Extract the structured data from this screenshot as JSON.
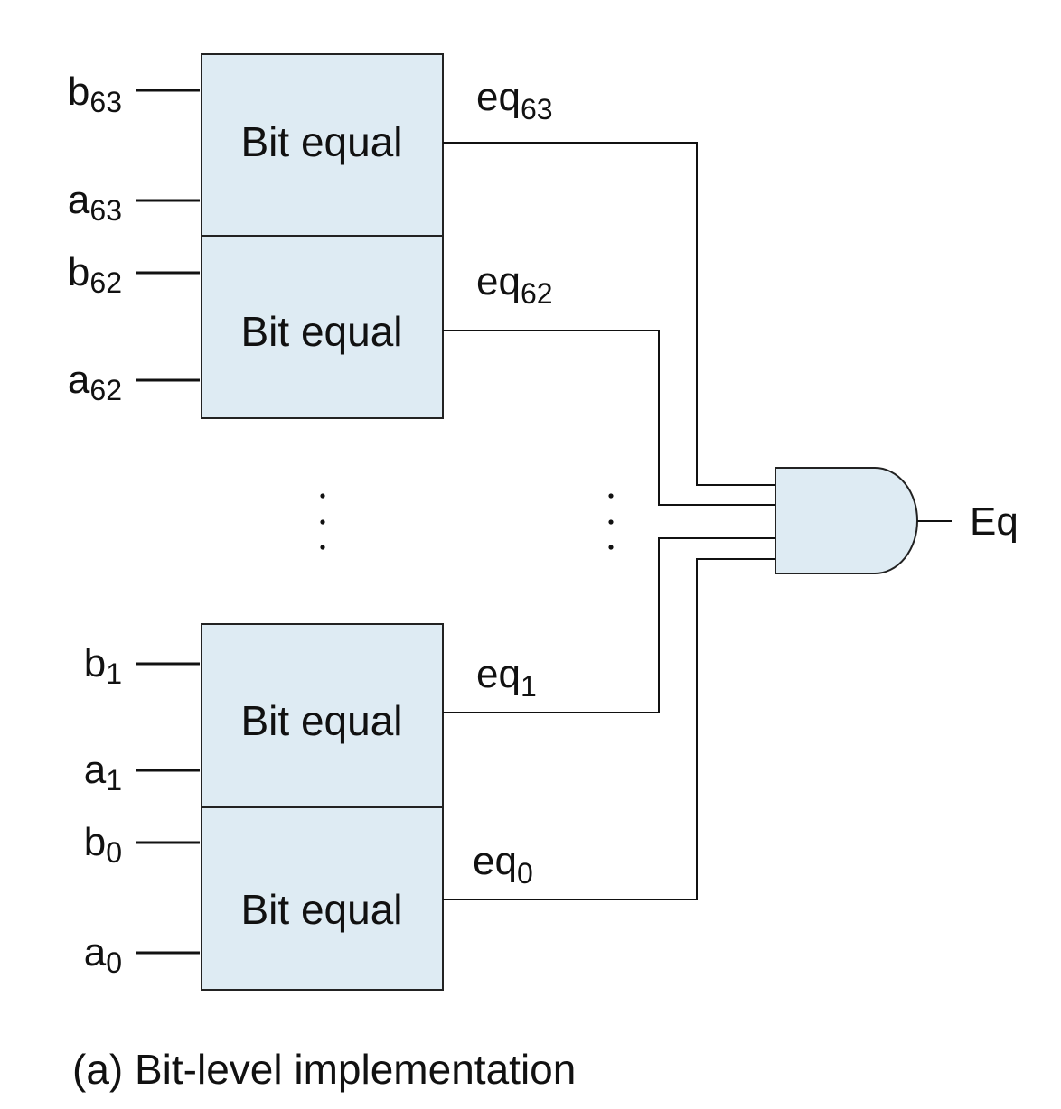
{
  "diagram": {
    "box_label": "Bit equal",
    "inputs": [
      {
        "base": "b",
        "sub": "63"
      },
      {
        "base": "a",
        "sub": "63"
      },
      {
        "base": "b",
        "sub": "62"
      },
      {
        "base": "a",
        "sub": "62"
      },
      {
        "base": "b",
        "sub": "1"
      },
      {
        "base": "a",
        "sub": "1"
      },
      {
        "base": "b",
        "sub": "0"
      },
      {
        "base": "a",
        "sub": "0"
      }
    ],
    "outputs": [
      {
        "base": "eq",
        "sub": "63"
      },
      {
        "base": "eq",
        "sub": "62"
      },
      {
        "base": "eq",
        "sub": "1"
      },
      {
        "base": "eq",
        "sub": "0"
      }
    ],
    "gate_output": "Eq",
    "caption": "(a) Bit-level implementation",
    "colors": {
      "box_fill": "#deebf3",
      "line": "#111111"
    }
  }
}
